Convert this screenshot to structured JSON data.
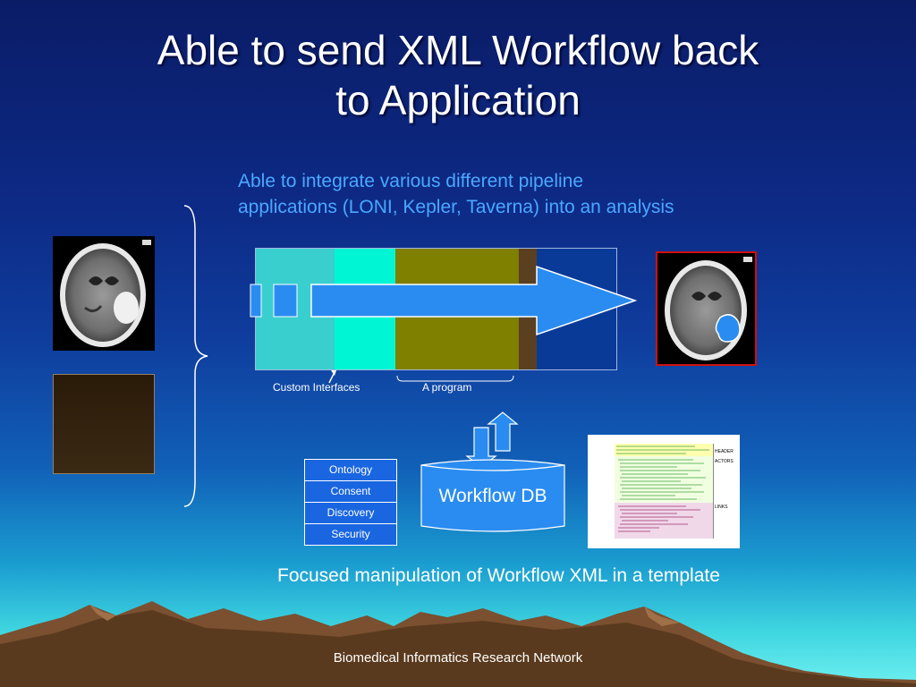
{
  "slide": {
    "title_line1": "Able to send XML Workflow  back",
    "title_line2": "to Application",
    "integrate_line1": "Able to integrate various different pipeline",
    "integrate_line2": "applications (LONI, Kepler, Taverna) into an analysis",
    "caption_custom": "Custom Interfaces",
    "caption_program": "A program",
    "workflow_db": "Workflow DB",
    "stack": [
      "Ontology",
      "Consent",
      "Discovery",
      "Security"
    ],
    "xml_labels": [
      "HEADER",
      "ACTORS",
      "LINKS"
    ],
    "focused": "Focused manipulation of Workflow XML in a template",
    "footer": "Biomedical Informatics Research Network"
  },
  "colors": {
    "pipeline_cyan": "#39cfcf",
    "pipeline_aqua": "#00f5d4",
    "pipeline_olive": "#7f7f00",
    "pipeline_brown": "#5a4020",
    "arrow_blue": "#2a8cf0",
    "mountain_brown": "#7a5030"
  }
}
